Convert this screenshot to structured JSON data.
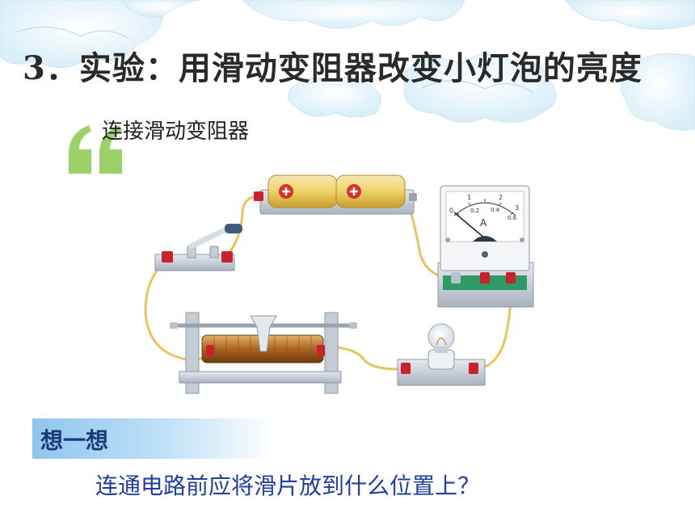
{
  "slide": {
    "title": "3．实验：用滑动变阻器改变小灯泡的亮度",
    "subtitle": "连接滑动变阻器",
    "think_label": "想一想",
    "question": "连通电路前应将滑片放到什么位置上？"
  },
  "figure": {
    "ammeter_unit": "A",
    "scale_top": [
      "0",
      "1",
      "2",
      "3"
    ],
    "scale_bottom": [
      "0.2",
      "0.4",
      "0.6"
    ],
    "battery_symbol": "⊕"
  },
  "colors": {
    "quote_green": "#9cd16a",
    "think_blue": "#8fc6ef",
    "question_blue": "#1f3fa3",
    "wire": "#e8c55a",
    "terminal": "#c8232c"
  }
}
